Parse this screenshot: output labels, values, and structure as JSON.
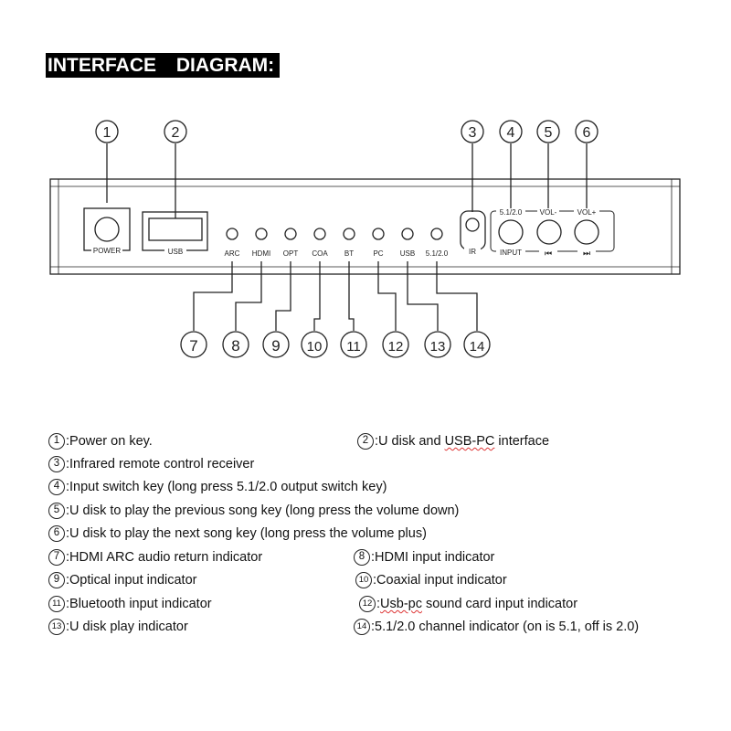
{
  "title": "INTERFACE   DIAGRAM:",
  "panel": {
    "power_label": "POWER",
    "usb_label": "USB",
    "indicators": [
      "ARC",
      "HDMI",
      "OPT",
      "COA",
      "BT",
      "PC",
      "USB",
      "5.1/2.0"
    ],
    "ir_label": "IR",
    "input_top": "5.1/2.0",
    "input_bottom": "INPUT",
    "vol_minus_top": "VOL-",
    "vol_plus_top": "VOL+",
    "prev_symbol": "⏮",
    "next_symbol": "⏭"
  },
  "callouts_top": [
    "1",
    "2",
    "3",
    "4",
    "5",
    "6"
  ],
  "callouts_bottom": [
    "7",
    "8",
    "9",
    "10",
    "11",
    "12",
    "13",
    "14"
  ],
  "legend": [
    {
      "num": "1",
      "text": ":Power on key."
    },
    {
      "num": "2",
      "text_a": ":U disk and ",
      "text_b": "USB-PC",
      "text_c": " interface"
    },
    {
      "num": "3",
      "text": ":Infrared remote control receiver"
    },
    {
      "num": "4",
      "text": ":Input switch key (long press 5.1/2.0 output switch key)"
    },
    {
      "num": "5",
      "text": ":U disk to play the previous song key (long press the volume down)"
    },
    {
      "num": "6",
      "text": ":U disk to play the next song key (long press the volume plus)"
    },
    {
      "num": "7",
      "text": ":HDMI ARC audio return indicator"
    },
    {
      "num": "8",
      "text": ":HDMI input indicator"
    },
    {
      "num": "9",
      "text": ":Optical input indicator"
    },
    {
      "num": "10",
      "text": ":Coaxial input indicator"
    },
    {
      "num": "11",
      "text": ":Bluetooth input indicator"
    },
    {
      "num": "12",
      "text_a": ":",
      "text_b": "Usb-pc",
      "text_c": " sound card input indicator"
    },
    {
      "num": "13",
      "text": ":U disk play indicator"
    },
    {
      "num": "14",
      "text": ":5.1/2.0 channel indicator (on is 5.1, off is 2.0)"
    }
  ]
}
